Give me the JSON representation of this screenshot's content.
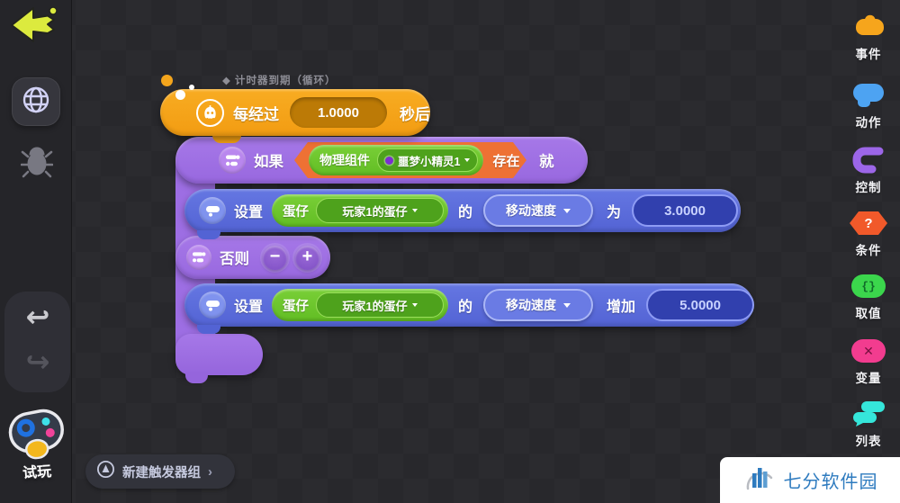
{
  "canvas": {
    "trigger_group_label": "◆ 计时器到期（循环）",
    "event_block": {
      "label_before": "每经过",
      "value": "1.0000",
      "label_after": "秒后"
    },
    "if_block": {
      "keyword": "如果",
      "condition": {
        "type_label": "物理组件",
        "target_value": "噩梦小精灵1",
        "suffix_label": "存在"
      },
      "then_label": "就"
    },
    "set_block_1": {
      "keyword": "设置",
      "object_label": "蛋仔",
      "object_value": "玩家1的蛋仔",
      "possessive_label": "的",
      "property_value": "移动速度",
      "operator_label": "为",
      "value": "3.0000"
    },
    "else_block": {
      "keyword": "否则",
      "minus_label": "−",
      "plus_label": "+"
    },
    "set_block_2": {
      "keyword": "设置",
      "object_label": "蛋仔",
      "object_value": "玩家1的蛋仔",
      "possessive_label": "的",
      "property_value": "移动速度",
      "operator_label": "增加",
      "value": "5.0000"
    },
    "new_trigger_button": {
      "label": "新建触发器组",
      "chevron": "›"
    }
  },
  "left_sidebar": {
    "play_button_label": "试玩",
    "undo_glyph": "↩",
    "redo_glyph": "↪"
  },
  "right_sidebar": {
    "categories": [
      {
        "label": "事件",
        "color": "#F6A51C"
      },
      {
        "label": "动作",
        "color": "#4DA3F2"
      },
      {
        "label": "控制",
        "color": "#9C66E8"
      },
      {
        "label": "条件",
        "color": "#F1592A",
        "glyph": "?"
      },
      {
        "label": "取值",
        "color": "#3BD64C",
        "glyph": "{}"
      },
      {
        "label": "变量",
        "color": "#F23C8F",
        "glyph": "✕"
      },
      {
        "label": "列表",
        "color": "#35E6DA"
      }
    ]
  },
  "watermark": {
    "text": "七分软件园"
  }
}
